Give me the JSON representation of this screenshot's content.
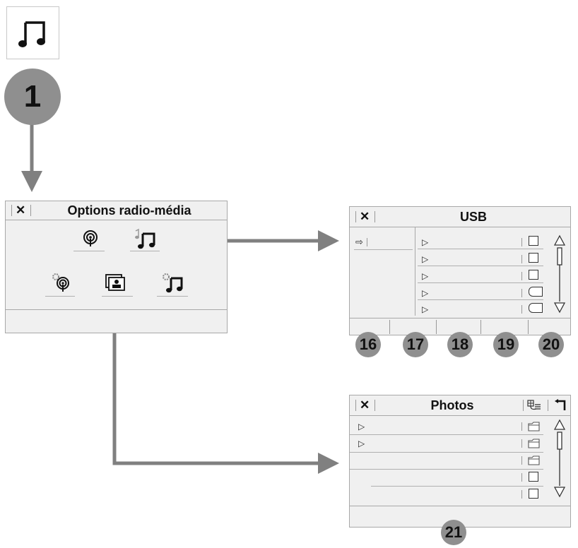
{
  "step_badge": "1",
  "options_screen": {
    "title": "Options radio-média"
  },
  "usb_screen": {
    "title": "USB",
    "callouts": [
      "16",
      "17",
      "18",
      "19",
      "20"
    ]
  },
  "photos_screen": {
    "title": "Photos",
    "callout": "21"
  },
  "colors": {
    "badge": "#8f8f8f",
    "arrow": "#808080",
    "screen_bg": "#f0f0f0",
    "border": "#a8a8a8"
  }
}
